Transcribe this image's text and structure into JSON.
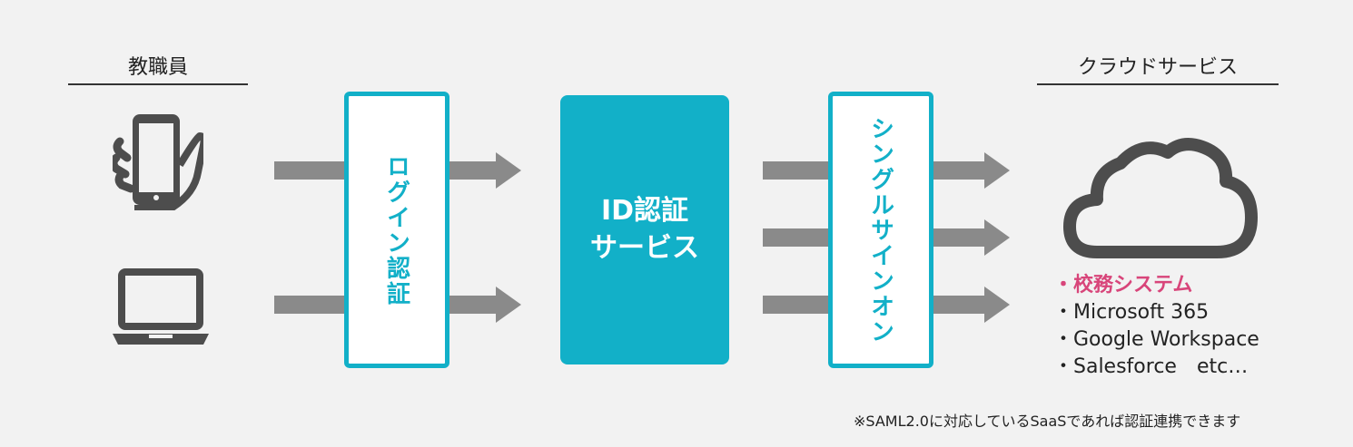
{
  "left": {
    "title": "教職員"
  },
  "right": {
    "title": "クラウドサービス"
  },
  "login_box": {
    "label": "ログイン認証"
  },
  "id_box": {
    "line1": "ID認証",
    "line2": "サービス"
  },
  "sso_box": {
    "label": "シングルサインオン"
  },
  "services": [
    {
      "text": "・校務システム",
      "highlight": true
    },
    {
      "text": "・Microsoft 365",
      "highlight": false
    },
    {
      "text": "・Google Workspace",
      "highlight": false
    },
    {
      "text": "・Salesforce　etc…",
      "highlight": false
    }
  ],
  "footnote": "※SAML2.0に対応しているSaaSであれば認証連携できます",
  "colors": {
    "accent": "#12b0c8",
    "highlight": "#d8457a",
    "arrow": "#8a8a8a",
    "icon": "#4d4d4d"
  },
  "icons": {
    "smartphone": "smartphone-in-hand-icon",
    "laptop": "laptop-icon",
    "cloud": "cloud-icon"
  }
}
